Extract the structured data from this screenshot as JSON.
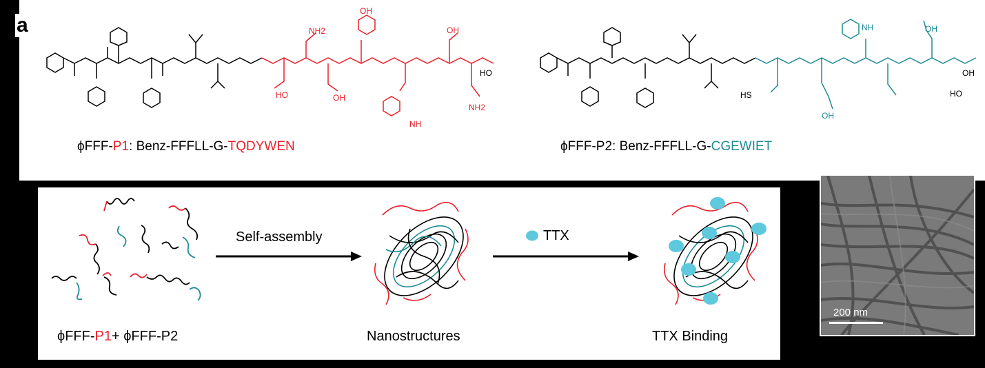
{
  "panel_label": "a",
  "peptide1": {
    "prefix": "ϕFFF-",
    "tag": "P1",
    "middle": ": Benz-FFFLL-G-",
    "sequence": "TQDYWEN",
    "groups": [
      "NH2",
      "HO",
      "OH",
      "OH",
      "OH",
      "HO",
      "NH",
      "NH2"
    ]
  },
  "peptide2": {
    "prefix": "ϕFFF-P2: Benz-FFFLL-G-",
    "sequence": "CGEWIET",
    "groups": [
      "NH",
      "OH",
      "OH",
      "HS",
      "OH",
      "HO"
    ]
  },
  "process": {
    "start_prefix": "ϕFFF-",
    "start_tag": "P1",
    "start_suffix": "+ ϕFFF-P2",
    "arrow1_label": "Self-assembly",
    "middle_label": "Nanostructures",
    "legend_label": "TTX",
    "end_label": "TTX Binding"
  },
  "tem_image": {
    "scale_label": "200 nm"
  },
  "colors": {
    "p1": "#e8202a",
    "p2": "#1e8c96",
    "ttx": "#5ec8dc",
    "text": "#000000",
    "background": "#000000",
    "panel": "#ffffff"
  }
}
